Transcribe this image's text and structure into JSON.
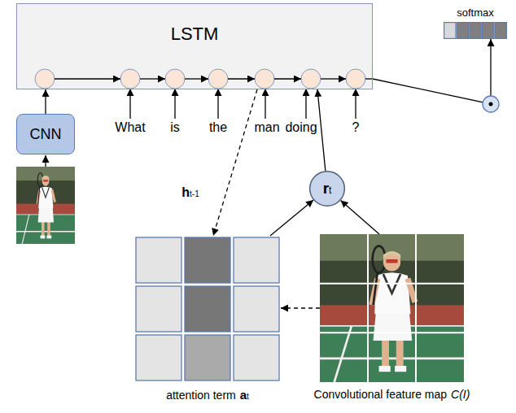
{
  "diagram": {
    "nodes": [
      {
        "text": [
          "LSTM"
        ]
      },
      {
        "text": [
          "softmax"
        ]
      },
      {
        "text": [
          "CNN"
        ]
      },
      {
        "text": [
          "rt"
        ]
      },
      {
        "text": [
          "attention term",
          "at"
        ]
      },
      {
        "text": [
          "Convolutional feature map",
          "C(I)"
        ]
      }
    ],
    "edges": [
      {
        "from": 2,
        "to": 0,
        "arrow": "to"
      },
      {
        "from": 0,
        "to": 1,
        "arrow": "to"
      },
      {
        "from": 0,
        "to": 4,
        "arrow": "to",
        "label": "ht-1"
      },
      {
        "from": 5,
        "to": 4,
        "arrow": "to"
      },
      {
        "from": 4,
        "to": 3,
        "arrow": "to"
      },
      {
        "from": 5,
        "to": 3,
        "arrow": "to"
      },
      {
        "from": 3,
        "to": 0,
        "arrow": "to"
      }
    ],
    "labels": [
      "What",
      "is",
      "the",
      "man",
      "doing",
      "?"
    ]
  }
}
